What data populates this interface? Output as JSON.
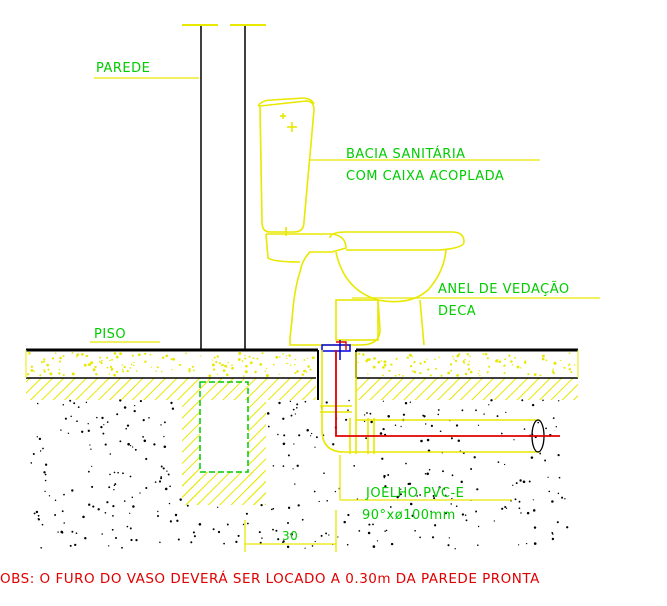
{
  "labels": {
    "wall": "PAREDE",
    "toilet_line1": "BACIA SANITÁRIA",
    "toilet_line2": "COM CAIXA ACOPLADA",
    "seal_line1": "ANEL DE VEDAÇÃO",
    "seal_line2": "DECA",
    "floor": "PISO",
    "elbow_line1": "JOELHO PVC-E",
    "elbow_line2": "90°xø100mm",
    "dimension": "30",
    "note": "OBS: O FURO DO VASO DEVERÁ SER LOCADO A 0.30m DA PAREDE PRONTA"
  },
  "colors": {
    "label_green": "#00cc00",
    "outline_yellow": "#e8e800",
    "pipe_red": "#e00000",
    "floor_line": "#000000",
    "seal_blue": "#0000dd",
    "note_red": "#e00000"
  }
}
